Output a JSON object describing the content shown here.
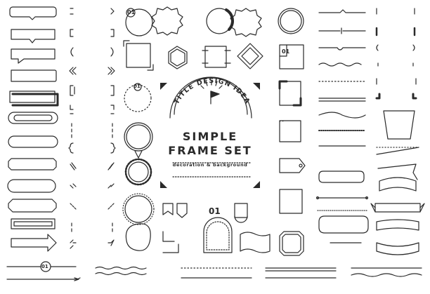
{
  "title": {
    "arc_text": "TITLE DESIGN IDEA",
    "line1": "SIMPLE",
    "line2": "FRAME SET",
    "subtitle": "decoration & background"
  },
  "labels": {
    "badge_top": "01",
    "badge_dotted": "01",
    "badge_corner": "01",
    "badge_center": "01",
    "badge_bottom_left": "01"
  },
  "colors": {
    "ink": "#2a2a2a",
    "background": "#ffffff"
  },
  "icons": [
    "flag-icon",
    "sun-ray-icon"
  ]
}
